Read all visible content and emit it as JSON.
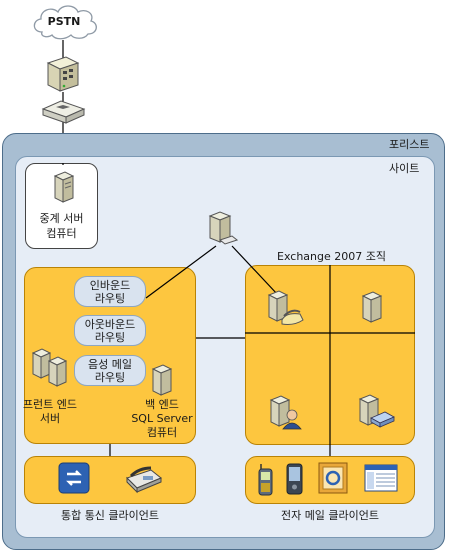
{
  "labels": {
    "pstn": "PSTN",
    "forest": "포리스트",
    "site": "사이트",
    "relay_line1": "중계 서버",
    "relay_line2": "컴퓨터",
    "exchange_org": "Exchange 2007 조직",
    "inbound_line1": "인바운드",
    "inbound_line2": "라우팅",
    "outbound_line1": "아웃바운드",
    "outbound_line2": "라우팅",
    "voicemail_line1": "음성 메일",
    "voicemail_line2": "라우팅",
    "frontend_line1": "프런트 엔드",
    "frontend_line2": "서버",
    "backend_line1": "백 엔드",
    "backend_line2": "SQL Server",
    "backend_line3": "컴퓨터",
    "uc_client": "통합 통신 클라이언트",
    "email_client": "전자 메일 클라이언트"
  },
  "icons": [
    "cloud-icon",
    "gateway-icon",
    "router-icon",
    "server-icon",
    "connection-server-icon",
    "unified-messaging-server-icon",
    "mailbox-server-icon",
    "client-access-server-icon",
    "communicator-icon",
    "desk-phone-icon",
    "mobile-phone-icon",
    "pda-icon",
    "outlook-icon",
    "web-mail-icon"
  ],
  "colors": {
    "forest_fill": "#a8bed2",
    "site_fill": "#e6edf6",
    "component_fill": "#fdc63f",
    "pill_fill": "#d9e3ef"
  }
}
